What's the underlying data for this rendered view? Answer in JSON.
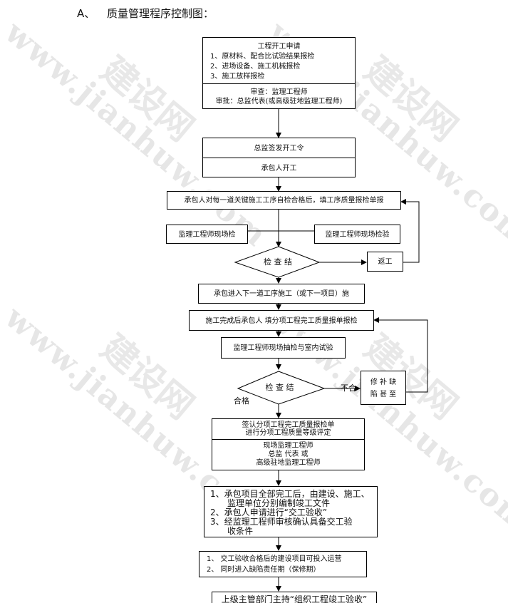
{
  "heading": {
    "label": "A、",
    "title": "质量管理程序控制图："
  },
  "watermark": {
    "logo": "建设网",
    "url": "www.jianhuw.com"
  },
  "boxes": {
    "application": {
      "title": "工程开工申请",
      "items": [
        "1、原材料、配合比试验结果报检",
        "2、进场设备、施工机械报检",
        "3、施工放样报检"
      ],
      "review": "审查：监理工程师",
      "approve": "审批：总监代表(或高级驻地监理工程师)"
    },
    "start_order": "总监签发开工令",
    "contractor_start": "承包人开工",
    "self_check": "承包人对每一道关键施工工序自检合格后，填工序质量报检单报",
    "site_check_left": "监理工程师现场检",
    "site_check_right": "监理工程师现场检验",
    "inspect1": "检 查 结",
    "rework": "返工",
    "next_process": "承包进入下一道工序施工（或下一项目）施",
    "sub_complete": "施工完成后承包人 填分项工程完工质量报单报检",
    "sampling": "监理工程师现场抽检与室内试验",
    "inspect2": "检 查 结",
    "qualified": "合格",
    "unqualified": "不合",
    "repair": {
      "line1": "修 补 缺",
      "line2": "陷 甚 至"
    },
    "sign": {
      "line1": "签认分项工程完工质量报检单",
      "line2": "进行分项工程质量等级评定",
      "line3": "现场监理工程师",
      "line4": "总监 代表 或",
      "line5": "高级驻地监理工程师"
    },
    "handover": {
      "items": [
        "1、承包项目全部完工后，由建设、施工、",
        "监理单位分别编制竣工文件",
        "2、承包人申请进行“交工验收”",
        "3、经监理工程师审核确认具备交工验",
        "收条件"
      ]
    },
    "operation": {
      "items": [
        "1、  交工验收合格后的建设项目可投入运营",
        "2、  同时进入缺陷责任期（保修期）"
      ]
    },
    "final": "上级主管部门主持“组织工程竣工验收”"
  }
}
